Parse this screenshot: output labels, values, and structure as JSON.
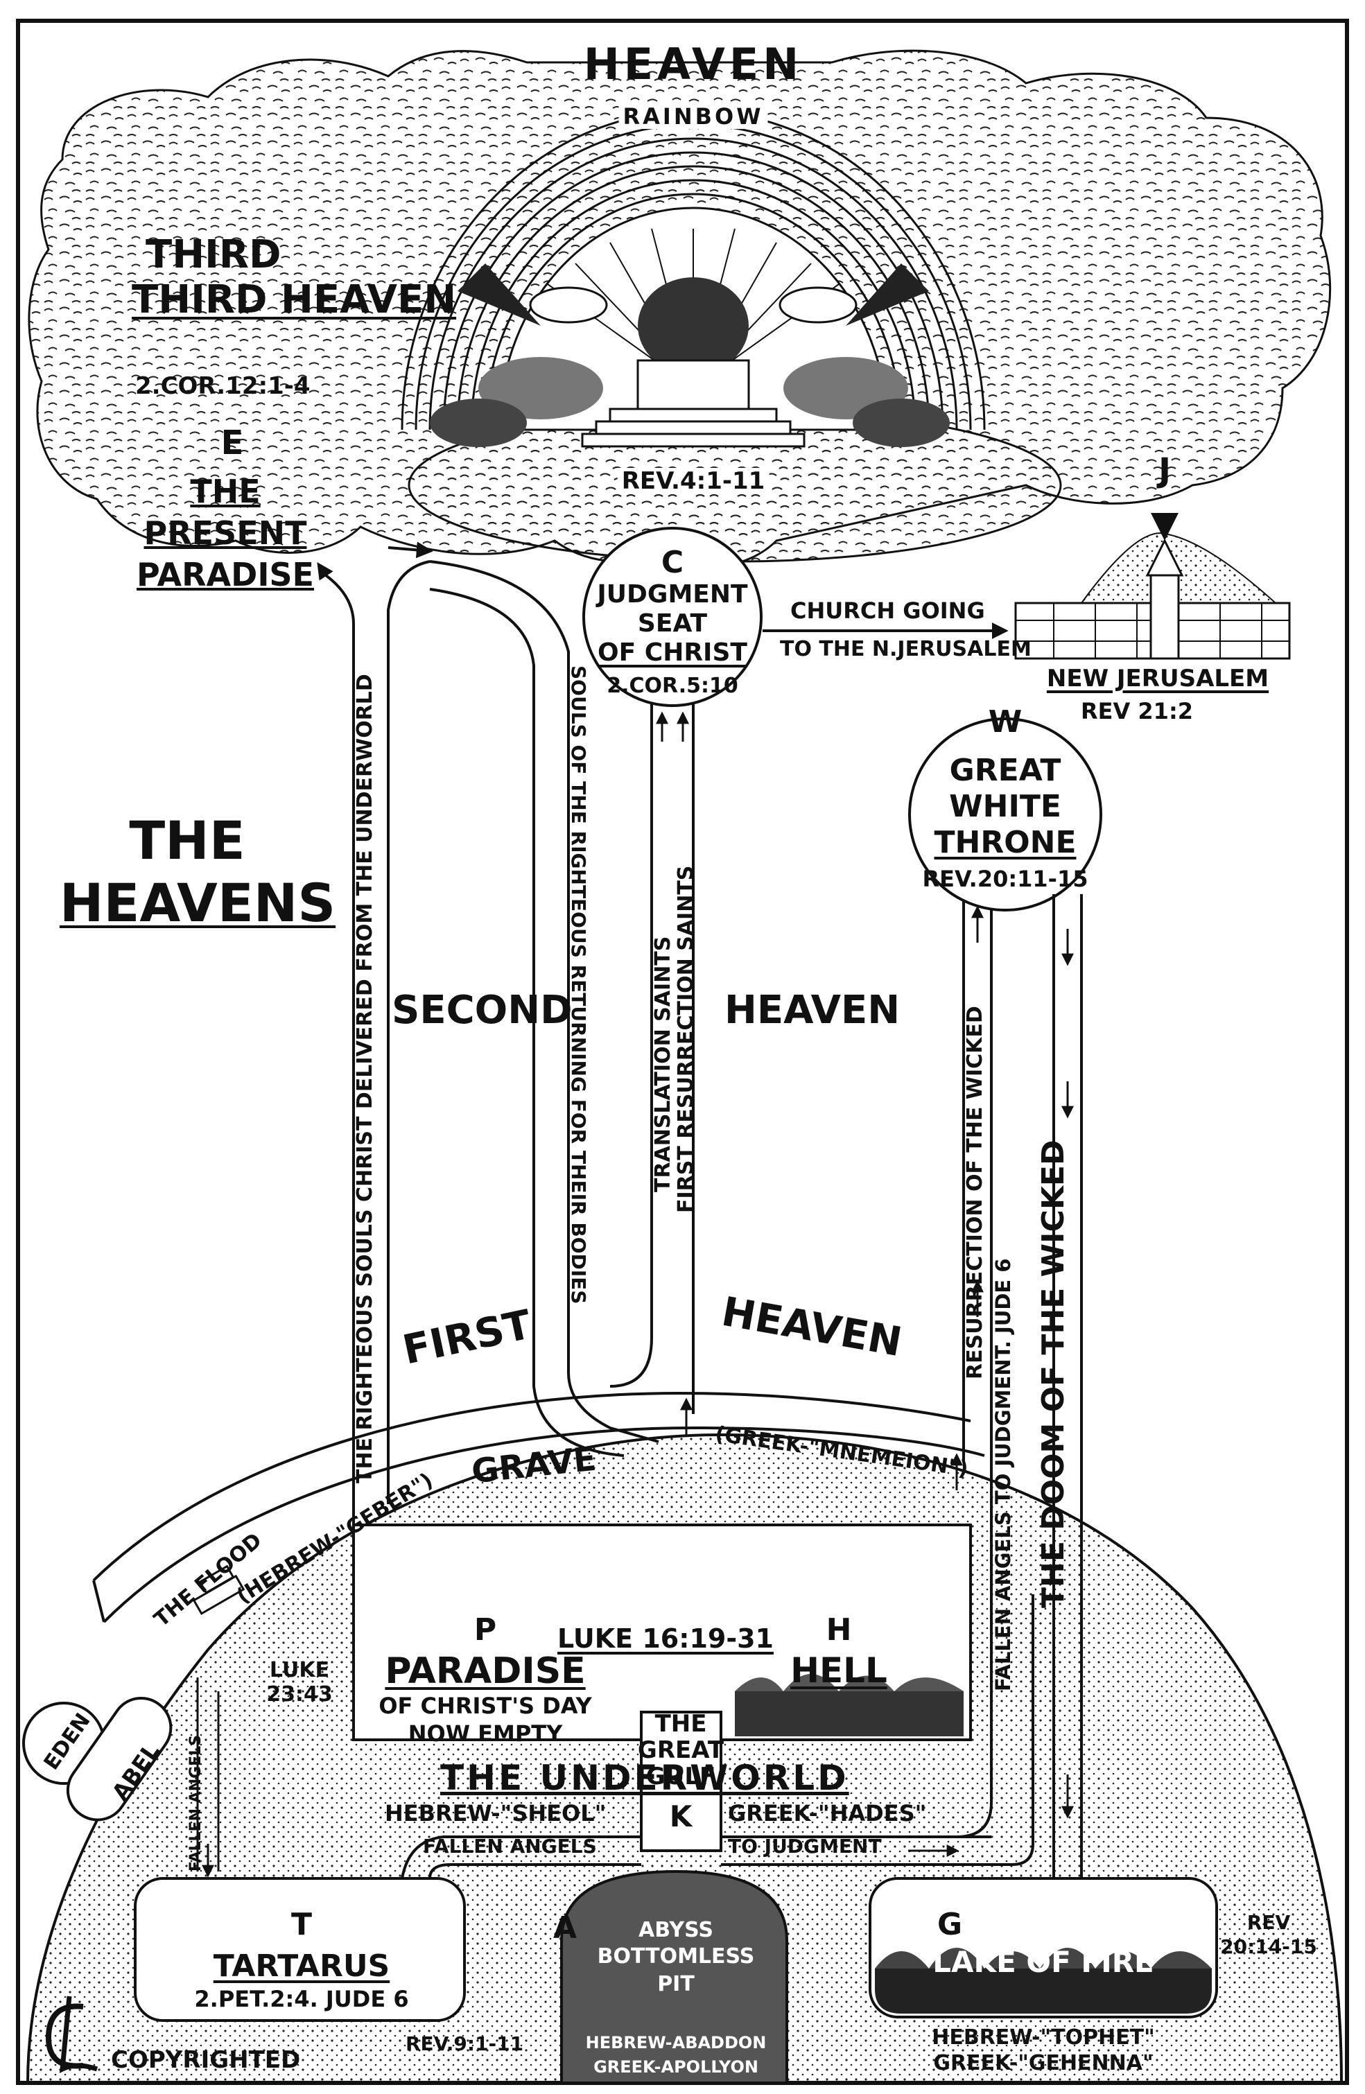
{
  "heaven": {
    "title": "HEAVEN",
    "rainbow": "RAINBOW",
    "throne_ref": "REV.4:1-11"
  },
  "third_heaven": {
    "title": "THIRD HEAVEN",
    "ref": "2.COR.12:1-4",
    "letter": "E",
    "paradise": "THE PRESENT PARADISE"
  },
  "judgment_seat": {
    "letter": "C",
    "line1": "JUDGMENT",
    "line2": "SEAT",
    "line3": "OF CHRIST",
    "ref": "2.COR.5:10"
  },
  "church_going": {
    "line1": "CHURCH GOING",
    "line2": "TO THE N.JERUSALEM"
  },
  "new_jerusalem": {
    "letter": "J",
    "name": "NEW JERUSALEM",
    "ref": "REV 21:2"
  },
  "great_white_throne": {
    "letter": "W",
    "line1": "GREAT",
    "line2": "WHITE",
    "line3": "THRONE",
    "ref": "REV.20:11-15"
  },
  "the_heavens": {
    "line1": "THE",
    "line2": "HEAVENS"
  },
  "second_heaven": {
    "left": "SECOND",
    "right": "HEAVEN"
  },
  "first_heaven": {
    "left": "FIRST",
    "right": "HEAVEN"
  },
  "paths": {
    "righteous_delivered": "THE RIGHTEOUS SOULS CHRIST DELIVERED FROM THE UNDERWORLD",
    "souls_returning": "SOULS OF THE RIGHTEOUS RETURNING FOR THEIR BODIES",
    "translation_saints": "TRANSLATION SAINTS",
    "first_resurrection": "FIRST RESURRECTION SAINTS",
    "resurrection_wicked": "RESURRECTION OF THE WICKED",
    "fallen_angels_judgment": "FALLEN ANGELS TO JUDGMENT. JUDE 6",
    "doom_wicked": "THE DOOM OF THE WICKED",
    "fallen_angels_left": "FALLEN ANGELS"
  },
  "grave": {
    "title": "GRAVE",
    "hebrew": "(HEBREW-\"GEBER\")",
    "greek": "(GREEK-\"MNEMEION\")"
  },
  "flood": "THE FLOOD",
  "eden": "EDEN",
  "abel": "ABEL",
  "paradise": {
    "letter": "P",
    "title": "PARADISE",
    "sub1": "OF CHRIST'S DAY",
    "sub2": "NOW EMPTY",
    "ref1": "LUKE",
    "ref2": "23:43"
  },
  "luke_ref": "LUKE 16:19-31",
  "hell": {
    "letter": "H",
    "title": "HELL"
  },
  "great_gulf": {
    "line1": "THE",
    "line2": "GREAT",
    "line3": "GULF",
    "letter": "K"
  },
  "underworld": {
    "title": "THE UNDERWORLD",
    "hebrew": "HEBREW-\"SHEOL\"",
    "greek": "GREEK-\"HADES\""
  },
  "fallen_angels_bottom": {
    "left": "FALLEN ANGELS",
    "right": "TO JUDGMENT"
  },
  "tartarus": {
    "letter": "T",
    "title": "TARTARUS",
    "ref": "2.PET.2:4.  JUDE 6"
  },
  "abyss": {
    "letter": "A",
    "line1": "ABYSS",
    "line2": "BOTTOMLESS",
    "line3": "PIT",
    "line4": "HEBREW-ABADDON",
    "line5": "GREEK-APOLLYON",
    "ref": "REV.9:1-11"
  },
  "lake_of_fire": {
    "letter": "G",
    "title": "LAKE OF FIRE",
    "ref1": "REV",
    "ref2": "20:14-15",
    "hebrew": "HEBREW-\"TOPHET\"",
    "greek": "GREEK-\"GEHENNA\""
  },
  "copyright": "COPYRIGHTED",
  "logo_text": "CL"
}
